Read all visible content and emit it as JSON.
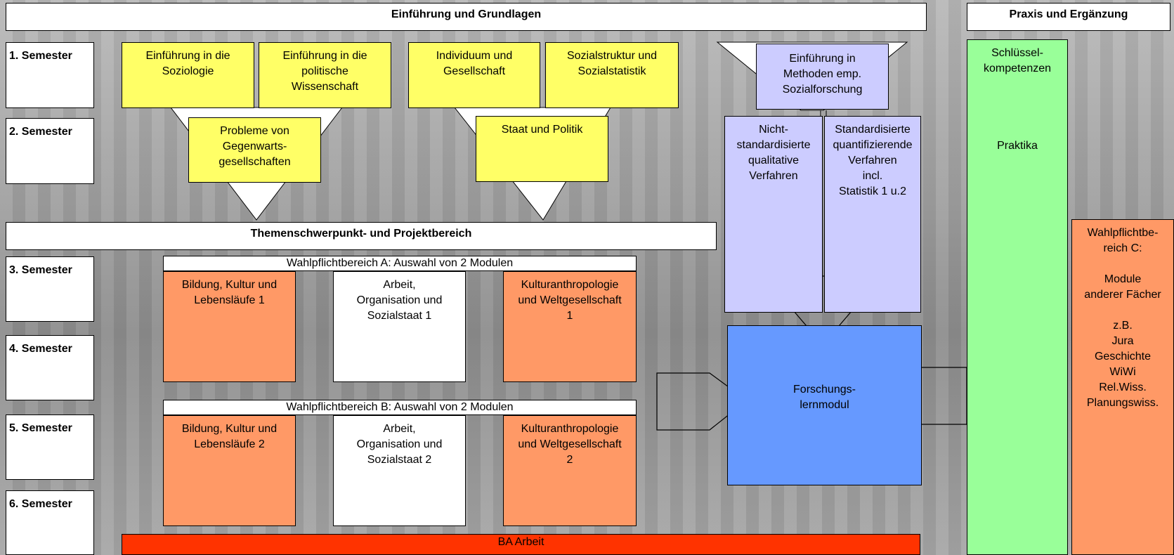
{
  "headers": {
    "intro": "Einführung und Grundlagen",
    "practice": "Praxis und Ergänzung",
    "themes": "Themenschwerpunkt- und Projektbereich"
  },
  "semesters": [
    "1. Semester",
    "2. Semester",
    "3. Semester",
    "4. Semester",
    "5. Semester",
    "6. Semester"
  ],
  "modules": {
    "intro_sociology": "Einführung in die\nSoziologie",
    "intro_polsci": "Einführung in die\npolitische\nWissenschaft",
    "individual_society": "Individuum und\nGesellschaft",
    "social_structure": "Sozialstruktur und\nSozialstatistik",
    "intro_methods": "Einführung in\nMethoden emp.\nSozialforschung",
    "problems": "Probleme von\nGegenwarts-\ngesellschaften",
    "state_politics": "Staat und Politik",
    "qualitative": "Nicht-\nstandardisierte\nqualitative\nVerfahren",
    "quantitative": "Standardisierte\nquantifizierende\nVerfahren\nincl.\nStatistik 1 u.2",
    "key_competences": "Schlüssel-\nkompetenzen\n\n\n\n\nPraktika",
    "elective_c": "Wahlpflichtbe-\nreich C:\n\nModule\nanderer Fächer\n\nz.B.\nJura\nGeschichte\nWiWi\nRel.Wiss.\nPlanungswiss.",
    "elective_a_title": "Wahlpflichtbereich A: Auswahl von 2 Modulen",
    "education1": "Bildung, Kultur und\nLebensläufe 1",
    "work1": "Arbeit,\nOrganisation und\nSozialstaat 1",
    "cultural1": "Kulturanthropologie\nund Weltgesellschaft\n1",
    "elective_b_title": "Wahlpflichtbereich B: Auswahl von 2 Modulen",
    "education2": "Bildung, Kultur und\nLebensläufe 2",
    "work2": "Arbeit,\nOrganisation und\nSozialstaat 2",
    "cultural2": "Kulturanthropologie\nund Weltgesellschaft\n2",
    "research": "Forschungs-\nlernmodul",
    "ba_thesis": "BA Arbeit"
  },
  "colors": {
    "yellow": "#ffff66",
    "lavender": "#ccccff",
    "orange": "#ff9966",
    "green": "#99ff99",
    "blue": "#6699ff",
    "red": "#ff3300",
    "white": "#ffffff"
  }
}
